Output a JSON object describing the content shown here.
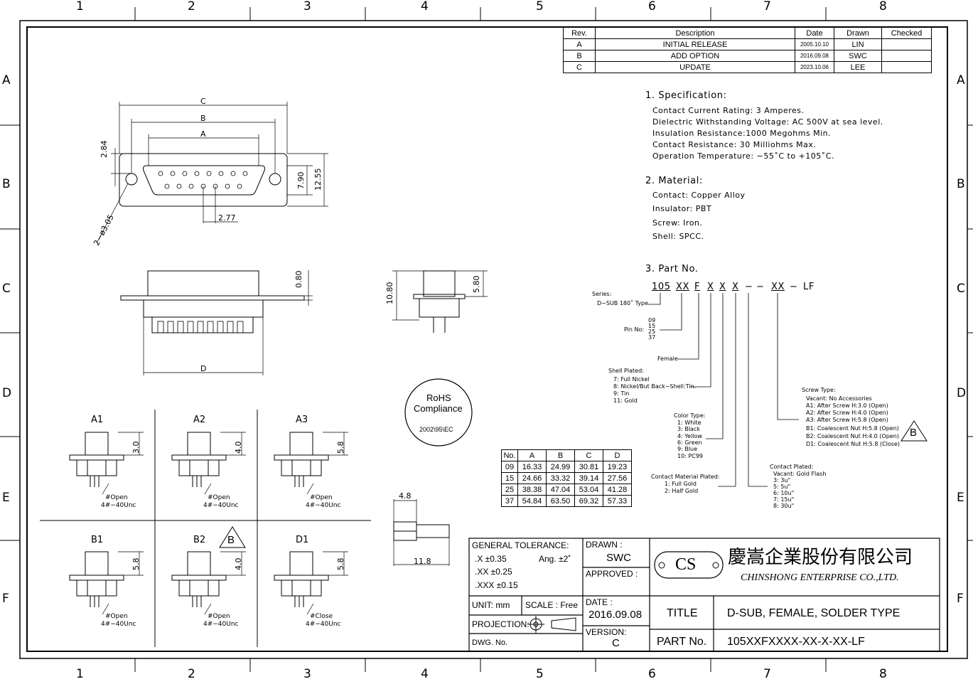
{
  "border": {
    "columns": [
      "1",
      "2",
      "3",
      "4",
      "5",
      "6",
      "7",
      "8"
    ],
    "rows": [
      "A",
      "B",
      "C",
      "D",
      "E",
      "F"
    ]
  },
  "revisions": {
    "headers": [
      "Rev.",
      "Description",
      "Date",
      "Drawn",
      "Checked"
    ],
    "rows": [
      [
        "A",
        "INITIAL  RELEASE",
        "2005.10.10",
        "LIN",
        ""
      ],
      [
        "B",
        "ADD  OPTION",
        "2016.09.08",
        "SWC",
        ""
      ],
      [
        "C",
        "UPDATE",
        "2023.10.06",
        "LEE",
        ""
      ]
    ]
  },
  "specification": {
    "heading": "1.  Specification:",
    "lines": [
      "Contact  Current  Rating:  3  Amperes.",
      "Dielectric  Withstanding  Voltage:  AC  500V  at  sea  level.",
      "Insulation  Resistance:1000  Megohms  Min.",
      "Contact  Resistance:  30  Milliohms  Max.",
      "Operation  Temperature:  −55˚C  to  +105˚C."
    ]
  },
  "material": {
    "heading": "2.  Material:",
    "lines": [
      "Contact:  Copper  Alloy",
      "Insulator:  PBT",
      "Screw:  Iron.",
      "Shell:  SPCC."
    ]
  },
  "part_no": {
    "heading": "3.  Part  No.",
    "code_segments": [
      "105",
      "XX",
      "F",
      "X",
      "X",
      "X",
      "−",
      "XX",
      "−",
      "LF"
    ],
    "series_label": "Series:",
    "series_value": "D−SUB  180˚  Type",
    "pin_label": "Pin  No:",
    "pin_values": [
      "09",
      "15",
      "25",
      "37"
    ],
    "female_label": "Female",
    "shell_plated": [
      "Shell  Plated:",
      "7:  Full  Nickel",
      "8:  Nickel/But  Back−Shell:Tin.",
      "9:  Tin",
      "11:  Gold"
    ],
    "color_type": [
      "Color  Type:",
      "1:  White",
      "3:  Black",
      "4:  Yellow",
      "6:  Green",
      "9:  Blue",
      "10:  PC99"
    ],
    "contact_material": [
      "Contact  Material  Plated:",
      "1:  Full  Gold",
      "2:  Half  Gold"
    ],
    "contact_plated": [
      "Contact  Plated:",
      "Vacant:  Gold  Flash",
      "3:    3u\"",
      "5:    5u\"",
      "6:  10u\"",
      "7:  15u\"",
      "8:  30u\""
    ],
    "screw_type": [
      "Screw  Type:",
      "Vacant:  No  Accessories",
      "A1:  After  Screw  H:3.0  (Open)",
      "A2:  After  Screw  H:4.0  (Open)",
      "A3:  After  Screw  H:5.8  (Open)",
      "B1:  Coalescent  Nut  H:5.8  (Open)",
      "B2:  Coalescent  Nut  H:4.0  (Open)",
      "D1:  Coalescent  Nut  H:5.8  (Close)"
    ],
    "revision_flag": "B"
  },
  "front_view": {
    "dim_c": "C",
    "dim_b": "B",
    "dim_a": "A",
    "dim_284": "2.84",
    "dim_790": "7.90",
    "dim_1255": "12.55",
    "dim_277": "2.77",
    "dim_holes": "2−ø3.05"
  },
  "side_view": {
    "dim_080": "0.80",
    "dim_d": "D"
  },
  "end_view": {
    "dim_1080": "10.80",
    "dim_580": "5.80"
  },
  "rohs": {
    "line1": "RoHS",
    "line2": "Compliance",
    "line3": "2002\\95\\EC"
  },
  "dim_table": {
    "headers": [
      "No.",
      "A",
      "B",
      "C",
      "D"
    ],
    "rows": [
      [
        "09",
        "16.33",
        "24.99",
        "30.81",
        "19.23"
      ],
      [
        "15",
        "24.66",
        "33.32",
        "39.14",
        "27.56"
      ],
      [
        "25",
        "38.38",
        "47.04",
        "53.04",
        "41.28"
      ],
      [
        "37",
        "54.84",
        "63.50",
        "69.32",
        "57.33"
      ]
    ]
  },
  "screw_detail": {
    "dim_48": "4.8",
    "dim_118": "11.8"
  },
  "options": [
    {
      "label": "A1",
      "height": "3.0",
      "note1": "#Open",
      "note2": "4#−40Unc"
    },
    {
      "label": "A2",
      "height": "4.0",
      "note1": "#Open",
      "note2": "4#−40Unc"
    },
    {
      "label": "A3",
      "height": "5.8",
      "note1": "#Open",
      "note2": "4#−40Unc"
    },
    {
      "label": "B1",
      "height": "5.8",
      "note1": "#Open",
      "note2": "4#−40Unc"
    },
    {
      "label": "B2",
      "height": "4.0",
      "note1": "#Open",
      "note2": "4#−40Unc",
      "flag": "B"
    },
    {
      "label": "D1",
      "height": "5.8",
      "note1": "#Close",
      "note2": "4#−40Unc"
    }
  ],
  "title_block": {
    "general_tolerance": "GENERAL TOLERANCE:",
    "tol_x": ".X  ±0.35",
    "tol_ang": "Ang.  ±2˚",
    "tol_xx": ".XX ±0.25",
    "tol_xxx": ".XXX ±0.15",
    "drawn_label": "DRAWN :",
    "drawn_value": "SWC",
    "approved_label": "APPROVED :",
    "logo": "CS",
    "company_cn": "慶嵩企業股份有限公司",
    "company_en": "CHINSHONG ENTERPRISE CO.,LTD.",
    "unit": "UNIT:  mm",
    "scale": "SCALE :  Free",
    "date_label": "DATE :",
    "date_value": "2016.09.08",
    "title_label": "TITLE",
    "title_value": "D-SUB, FEMALE, SOLDER TYPE",
    "projection_label": "PROJECTION:",
    "version_label": "VERSION:",
    "version_value": "C",
    "dwg_label": "DWG. No.",
    "part_label": "PART No.",
    "part_value": "105XXFXXXX-XX-X-XX-LF"
  }
}
